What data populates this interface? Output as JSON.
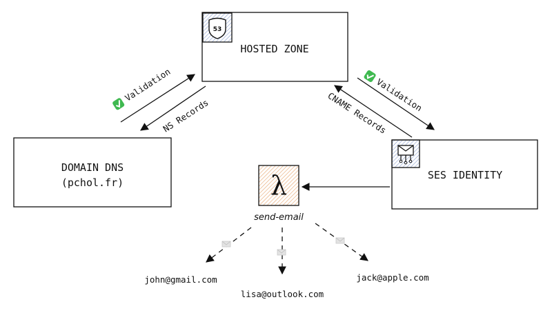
{
  "nodes": {
    "hosted_zone": {
      "label": "HOSTED ZONE",
      "badge": "53",
      "icon": "route53-shield-icon"
    },
    "domain_dns": {
      "line1": "DOMAIN DNS",
      "line2": "(pchol.fr)"
    },
    "ses_identity": {
      "label": "SES IDENTITY",
      "icon": "ses-envelope-icon"
    },
    "lambda": {
      "label": "send-email",
      "glyph": "λ",
      "icon": "lambda-icon"
    }
  },
  "edges": {
    "validation_left": {
      "label": "Validation",
      "icon": "checkmark-icon"
    },
    "ns_records": {
      "label": "NS Records"
    },
    "validation_right": {
      "label": "Validation",
      "icon": "checkmark-icon"
    },
    "cname_records": {
      "label": "CNAME Records"
    }
  },
  "recipients": [
    {
      "email": "john@gmail.com"
    },
    {
      "email": "lisa@outlook.com"
    },
    {
      "email": "jack@apple.com"
    }
  ],
  "colors": {
    "stroke": "#111111",
    "check_green": "#3fb950",
    "hatch_blue": "#8aa0d0",
    "hatch_orange": "#e6a36a",
    "envelope_gray": "#cccccc"
  }
}
